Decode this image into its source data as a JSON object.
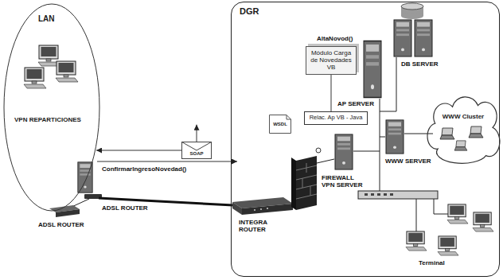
{
  "diagram": {
    "nodes": [
      {
        "text": [
          "LAN",
          "VPN REPARTICIONES"
        ]
      },
      {
        "text": [
          "DGR"
        ]
      },
      {
        "text": [
          "Módulo Carga de Novedades VB"
        ],
        "in": 1
      },
      {
        "text": [
          "WSDL"
        ],
        "in": 1
      },
      {
        "text": [
          "Relac. Ap VB - Java"
        ],
        "in": 1
      },
      {
        "text": [
          "SOAP"
        ]
      },
      {
        "text": [
          "WWW Cluster"
        ],
        "in": 1
      }
    ],
    "edges": [
      {
        "from": 2,
        "to": 4,
        "arrow": "none"
      },
      {
        "from": 5,
        "to": 4,
        "arrow": "to"
      }
    ],
    "labels": [
      "ConfirmarIngresoNovedad()",
      "ADSL ROUTER",
      "ADSL ROUTER",
      "INTEGRA ROUTER",
      "AltaNovod()",
      "AP SERVER",
      "DB SERVER",
      "WWW SERVER",
      "FIREWALL VPN SERVER",
      "Terminal"
    ]
  }
}
